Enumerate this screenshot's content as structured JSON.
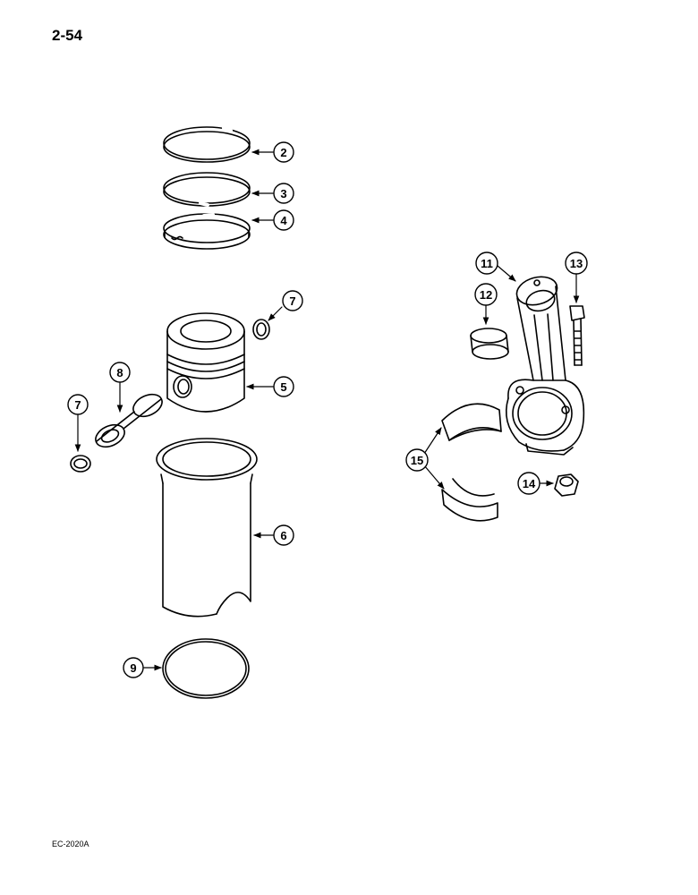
{
  "page": {
    "number": "2-54",
    "figure_code": "EC-2020A"
  },
  "callouts": [
    {
      "id": "c2",
      "label": "2"
    },
    {
      "id": "c3",
      "label": "3"
    },
    {
      "id": "c4",
      "label": "4"
    },
    {
      "id": "c7a",
      "label": "7"
    },
    {
      "id": "c5",
      "label": "5"
    },
    {
      "id": "c8",
      "label": "8"
    },
    {
      "id": "c7b",
      "label": "7"
    },
    {
      "id": "c6",
      "label": "6"
    },
    {
      "id": "c9",
      "label": "9"
    },
    {
      "id": "c11",
      "label": "11"
    },
    {
      "id": "c12",
      "label": "12"
    },
    {
      "id": "c13",
      "label": "13"
    },
    {
      "id": "c15",
      "label": "15"
    },
    {
      "id": "c14",
      "label": "14"
    }
  ]
}
